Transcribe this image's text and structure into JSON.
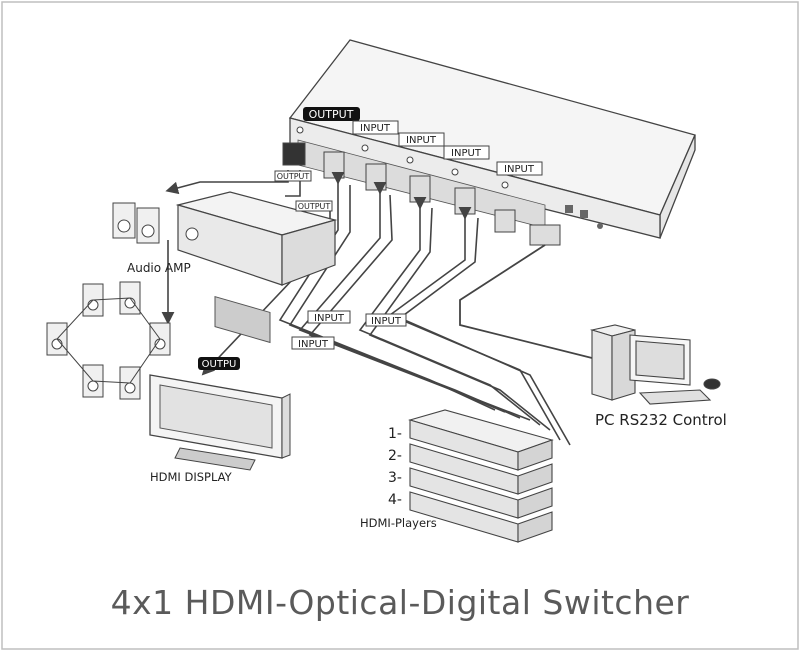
{
  "title": "4x1 HDMI-Optical-Digital Switcher",
  "labels": {
    "output_main": "OUTPUT",
    "input": "INPUT",
    "output_small": "OUTPUT",
    "output_tv": "OUTPU",
    "audio_amp": "Audio AMP",
    "hdmi_display": "HDMI DISPLAY",
    "hdmi_players": "HDMI-Players",
    "pc_control": "PC RS232 Control"
  },
  "players": [
    "1-",
    "2-",
    "3-",
    "4-"
  ],
  "colors": {
    "line": "#444444",
    "panel": "#f2f2f2",
    "tag_dark": "#111111",
    "caption": "#5a5a5a"
  }
}
